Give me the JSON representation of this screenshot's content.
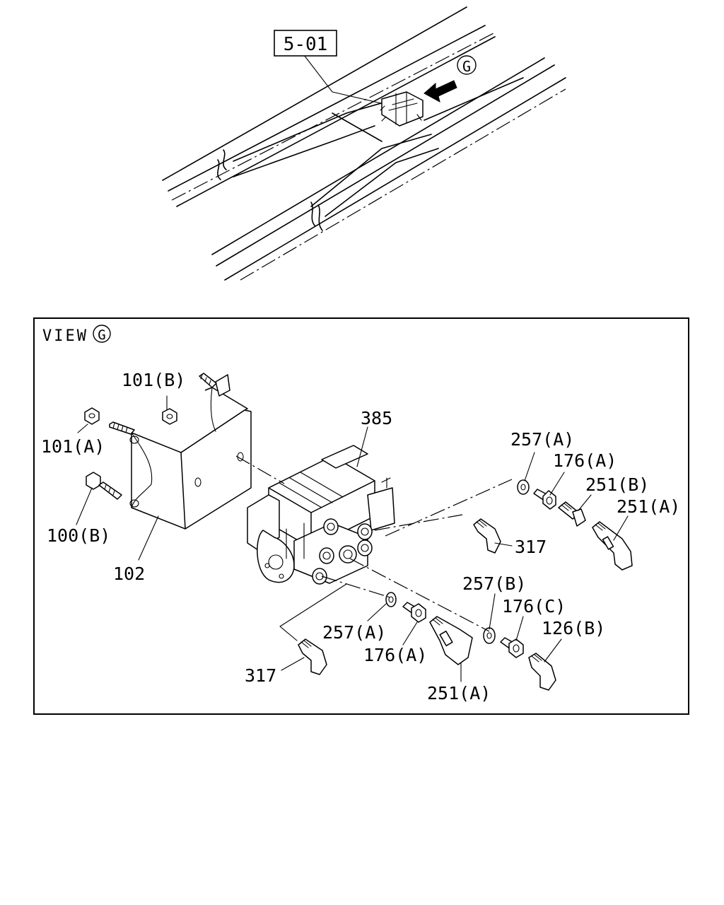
{
  "overview": {
    "ref_box": "5-01",
    "view_marker": "G"
  },
  "view": {
    "label": "VIEW",
    "marker": "G"
  },
  "callouts": {
    "p101b": "101(B)",
    "p101a": "101(A)",
    "p100b": "100(B)",
    "p102": "102",
    "p385": "385",
    "p257a_top": "257(A)",
    "p176a_top": "176(A)",
    "p251b": "251(B)",
    "p251a_right": "251(A)",
    "p317_right": "317",
    "p257b": "257(B)",
    "p176c": "176(C)",
    "p126b": "126(B)",
    "p257a_bottom": "257(A)",
    "p176a_bottom": "176(A)",
    "p251a_bottom": "251(A)",
    "p317_left": "317"
  }
}
